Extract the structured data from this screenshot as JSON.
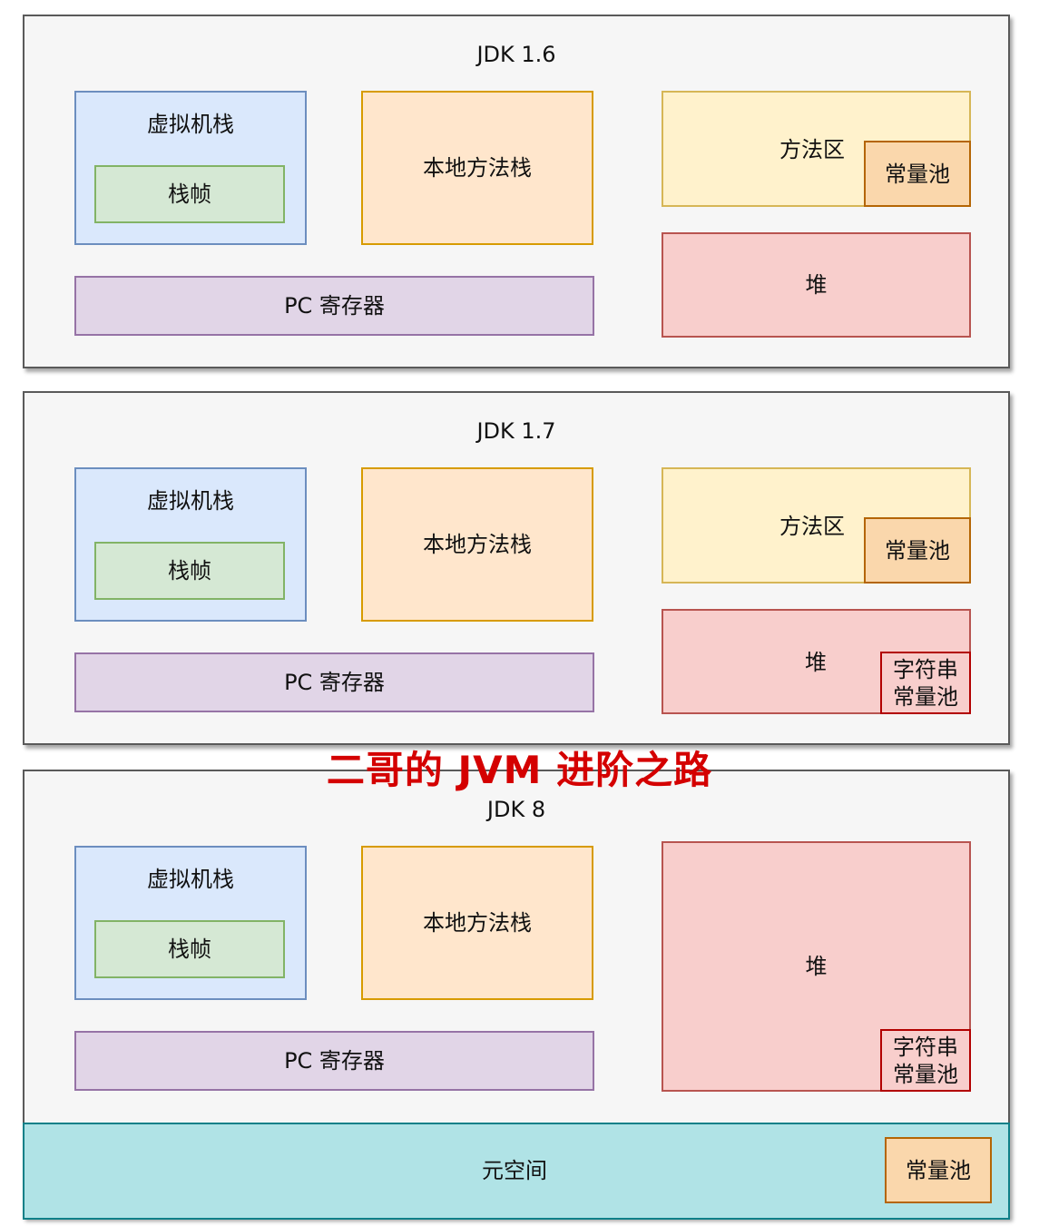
{
  "jdk16": {
    "title": "JDK 1.6",
    "vm_stack": "虚拟机栈",
    "frame": "栈帧",
    "native_stack": "本地方法栈",
    "method_area": "方法区",
    "constant_pool": "常量池",
    "heap": "堆",
    "pc_register": "PC 寄存器"
  },
  "jdk17": {
    "title": "JDK 1.7",
    "vm_stack": "虚拟机栈",
    "frame": "栈帧",
    "native_stack": "本地方法栈",
    "method_area": "方法区",
    "constant_pool": "常量池",
    "heap": "堆",
    "string_pool_line1": "字符串",
    "string_pool_line2": "常量池",
    "pc_register": "PC 寄存器"
  },
  "jdk8": {
    "title": "JDK 8",
    "vm_stack": "虚拟机栈",
    "frame": "栈帧",
    "native_stack": "本地方法栈",
    "heap": "堆",
    "string_pool_line1": "字符串",
    "string_pool_line2": "常量池",
    "pc_register": "PC 寄存器",
    "metaspace": "元空间",
    "constant_pool": "常量池"
  },
  "watermark": "二哥的 JVM 进阶之路",
  "colors": {
    "vm_stack": "#dae8fc",
    "frame": "#d5e8d4",
    "native_stack": "#ffe6cc",
    "method_area": "#fff2cc",
    "constant_pool": "#fad7ac",
    "heap": "#f8cecc",
    "pc_register": "#e1d5e7",
    "metaspace": "#b0e3e6",
    "watermark": "#d40000"
  }
}
